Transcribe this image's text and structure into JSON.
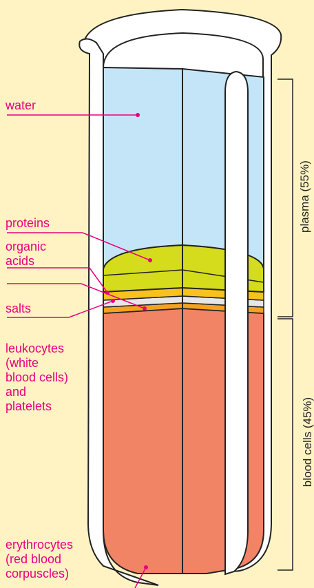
{
  "colors": {
    "background": "#fff3c4",
    "label": "#e6007e",
    "plasma": "#c3e5f7",
    "proteins": "#d4dc1c",
    "organic_acids": "#f7c21e",
    "salts": "#e6e6e6",
    "leukocytes_platelets": "#f6a21e",
    "erythrocytes": "#f28466",
    "outline": "#222222"
  },
  "labels": {
    "water": "water",
    "proteins": "proteins",
    "organic_acids": "organic\nacids",
    "salts": "salts",
    "leukocytes": "leukocytes\n(white\nblood cells)\nand\nplatelets",
    "erythrocytes": "erythrocytes\n(red blood\ncorpuscles)"
  },
  "brackets": {
    "plasma": "plasma (55%)",
    "blood_cells": "blood cells (45%)"
  }
}
